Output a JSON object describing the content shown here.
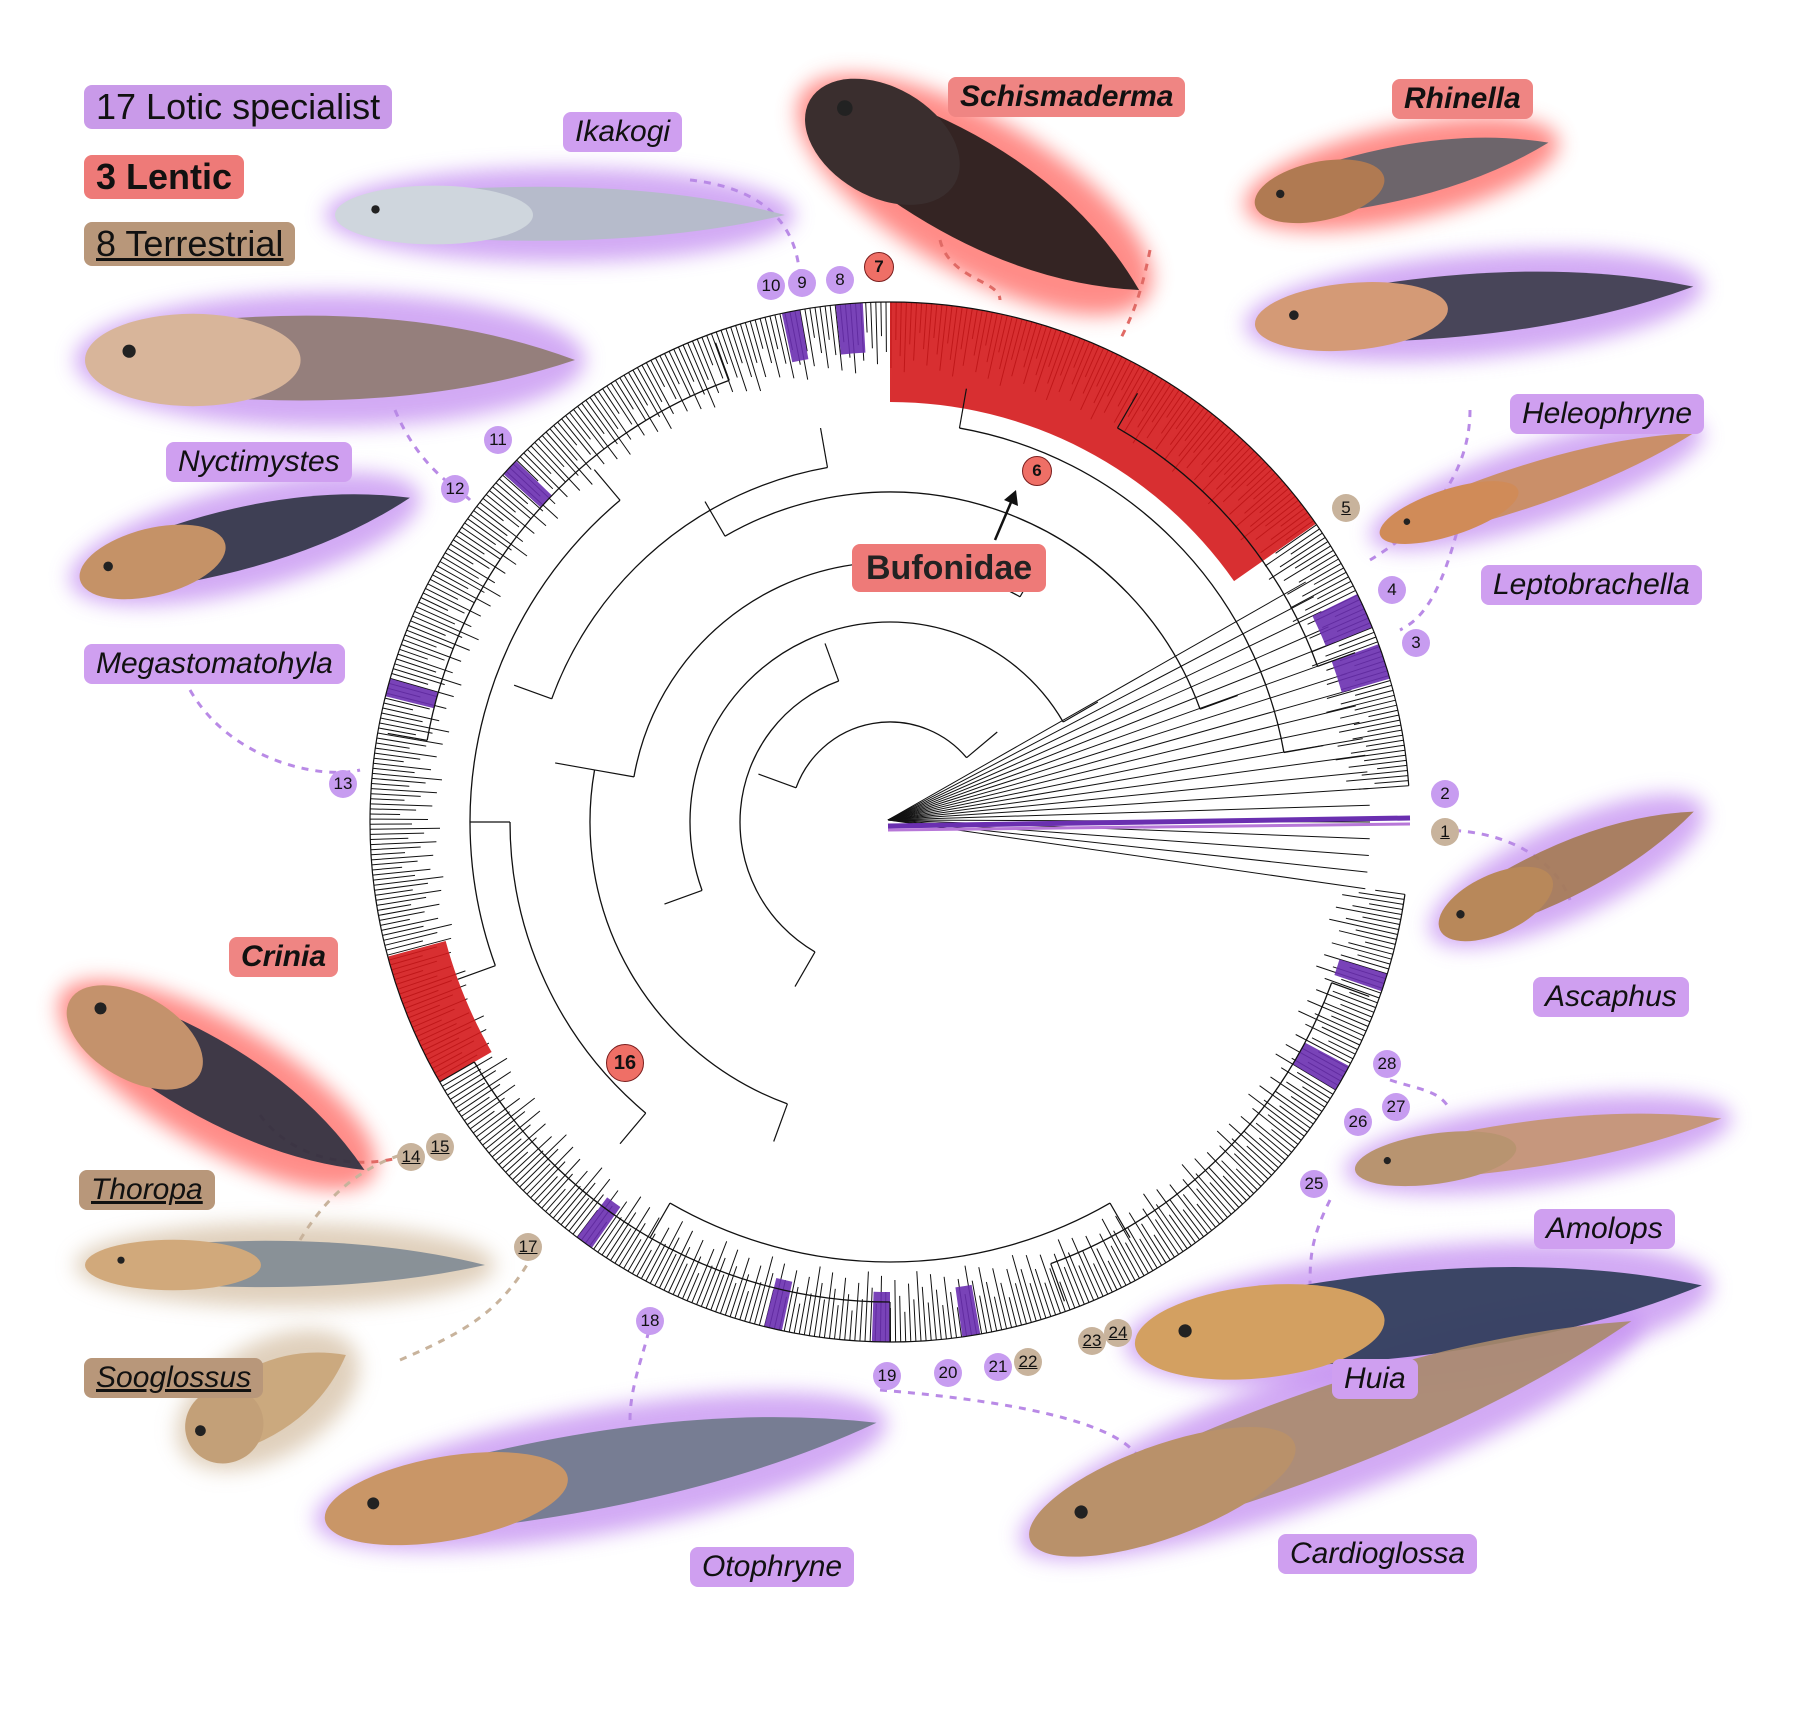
{
  "legend": {
    "lotic": "17 Lotic specialist",
    "lentic": "3 Lentic",
    "terrestrial": "8 Terrestrial"
  },
  "family_label": "Bufonidae",
  "genera": {
    "ikakogi": "Ikakogi",
    "schismaderma": "Schismaderma",
    "rhinella": "Rhinella",
    "nyctimystes": "Nyctimystes",
    "heleophryne": "Heleophryne",
    "leptobrachella": "Leptobrachella",
    "megastomatohyla": "Megastomatohyla",
    "ascaphus": "Ascaphus",
    "crinia": "Crinia",
    "amolops": "Amolops",
    "thoropa": "Thoropa",
    "huia": "Huia",
    "sooglossus": "Sooglossus",
    "otophryne": "Otophryne",
    "cardioglossa": "Cardioglossa"
  },
  "node_numbers": [
    "1",
    "2",
    "3",
    "4",
    "5",
    "6",
    "7",
    "8",
    "9",
    "10",
    "11",
    "12",
    "13",
    "14",
    "15",
    "16",
    "17",
    "18",
    "19",
    "20",
    "21",
    "22",
    "23",
    "24",
    "25",
    "26",
    "27",
    "28"
  ],
  "colors": {
    "lotic": "#c99ae9",
    "lotic_branch": "#6a2fb0",
    "lentic": "#ee7a78",
    "lentic_branch": "#d4181b",
    "terrestrial": "#b8977a",
    "tree_line": "#111111"
  }
}
